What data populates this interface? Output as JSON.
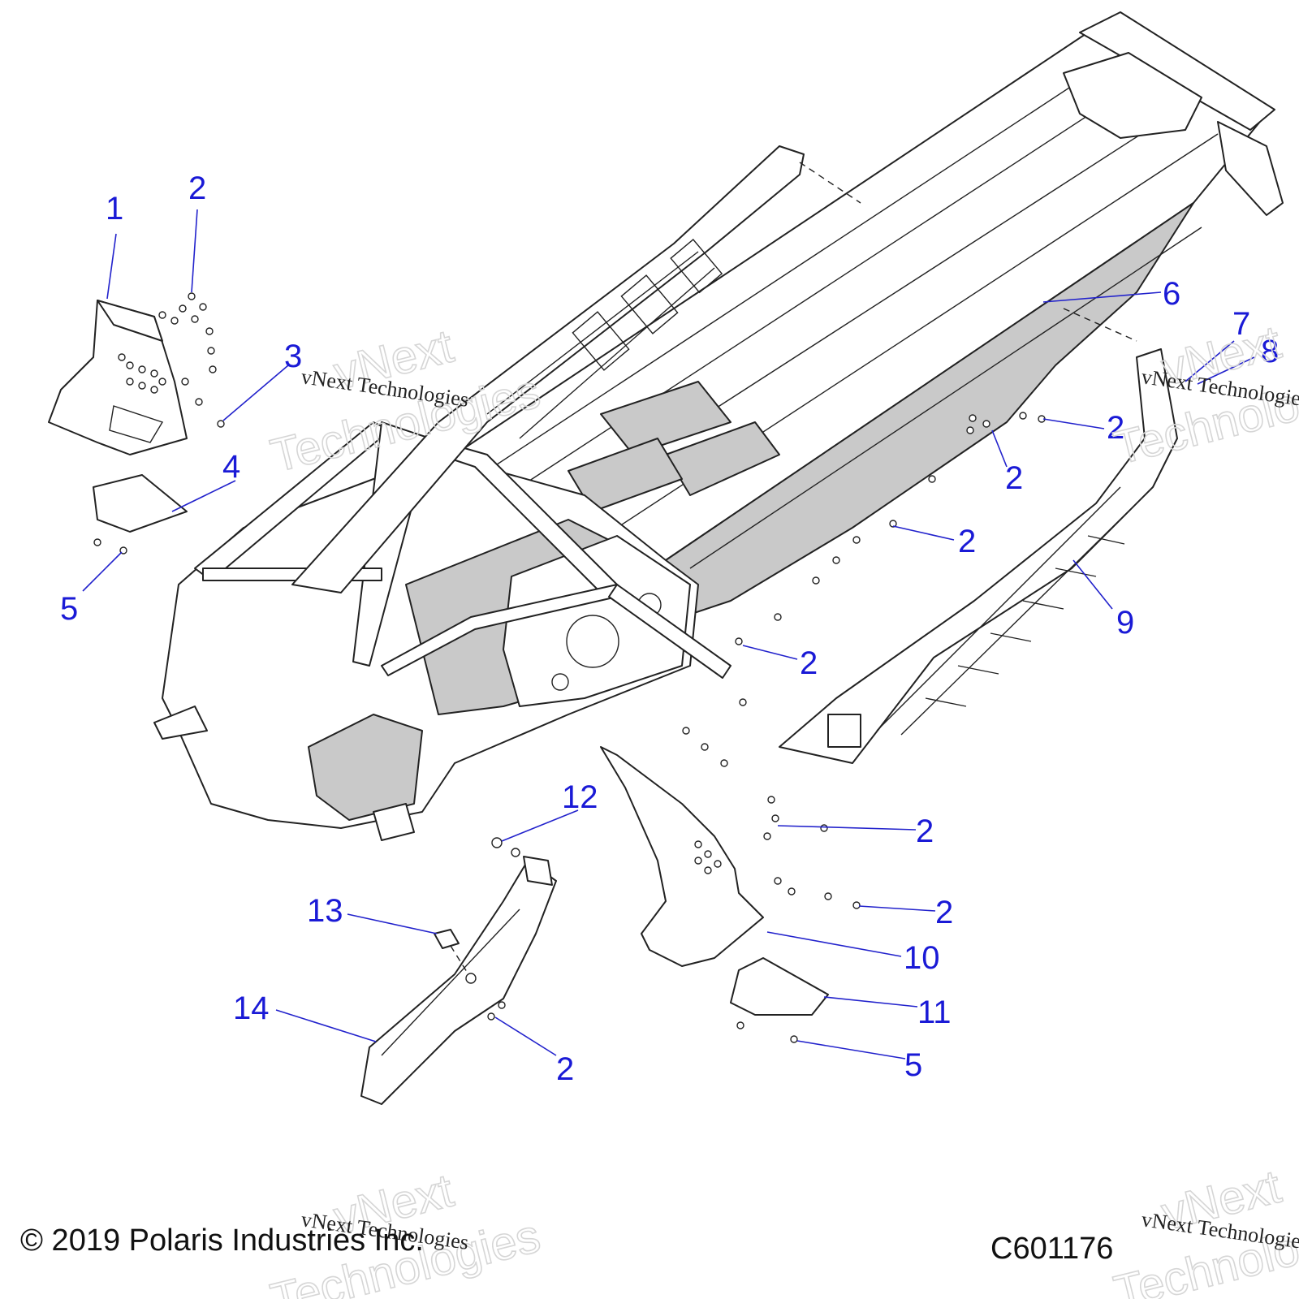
{
  "callouts": {
    "c1": "1",
    "c2a": "2",
    "c3": "3",
    "c4": "4",
    "c5a": "5",
    "c6": "6",
    "c7": "7",
    "c8": "8",
    "c2b": "2",
    "c2c": "2",
    "c2d": "2",
    "c9": "9",
    "c2e": "2",
    "c12": "12",
    "c2f": "2",
    "c2g": "2",
    "c13": "13",
    "c10": "10",
    "c11": "11",
    "c14": "14",
    "c2h": "2",
    "c5b": "5"
  },
  "watermark": {
    "big_line1": "vNext",
    "big_line2": "Technologies",
    "small": "vNext Technologies"
  },
  "footer": {
    "copyright": "© 2019 Polaris Industries Inc.",
    "code": "C601176"
  }
}
